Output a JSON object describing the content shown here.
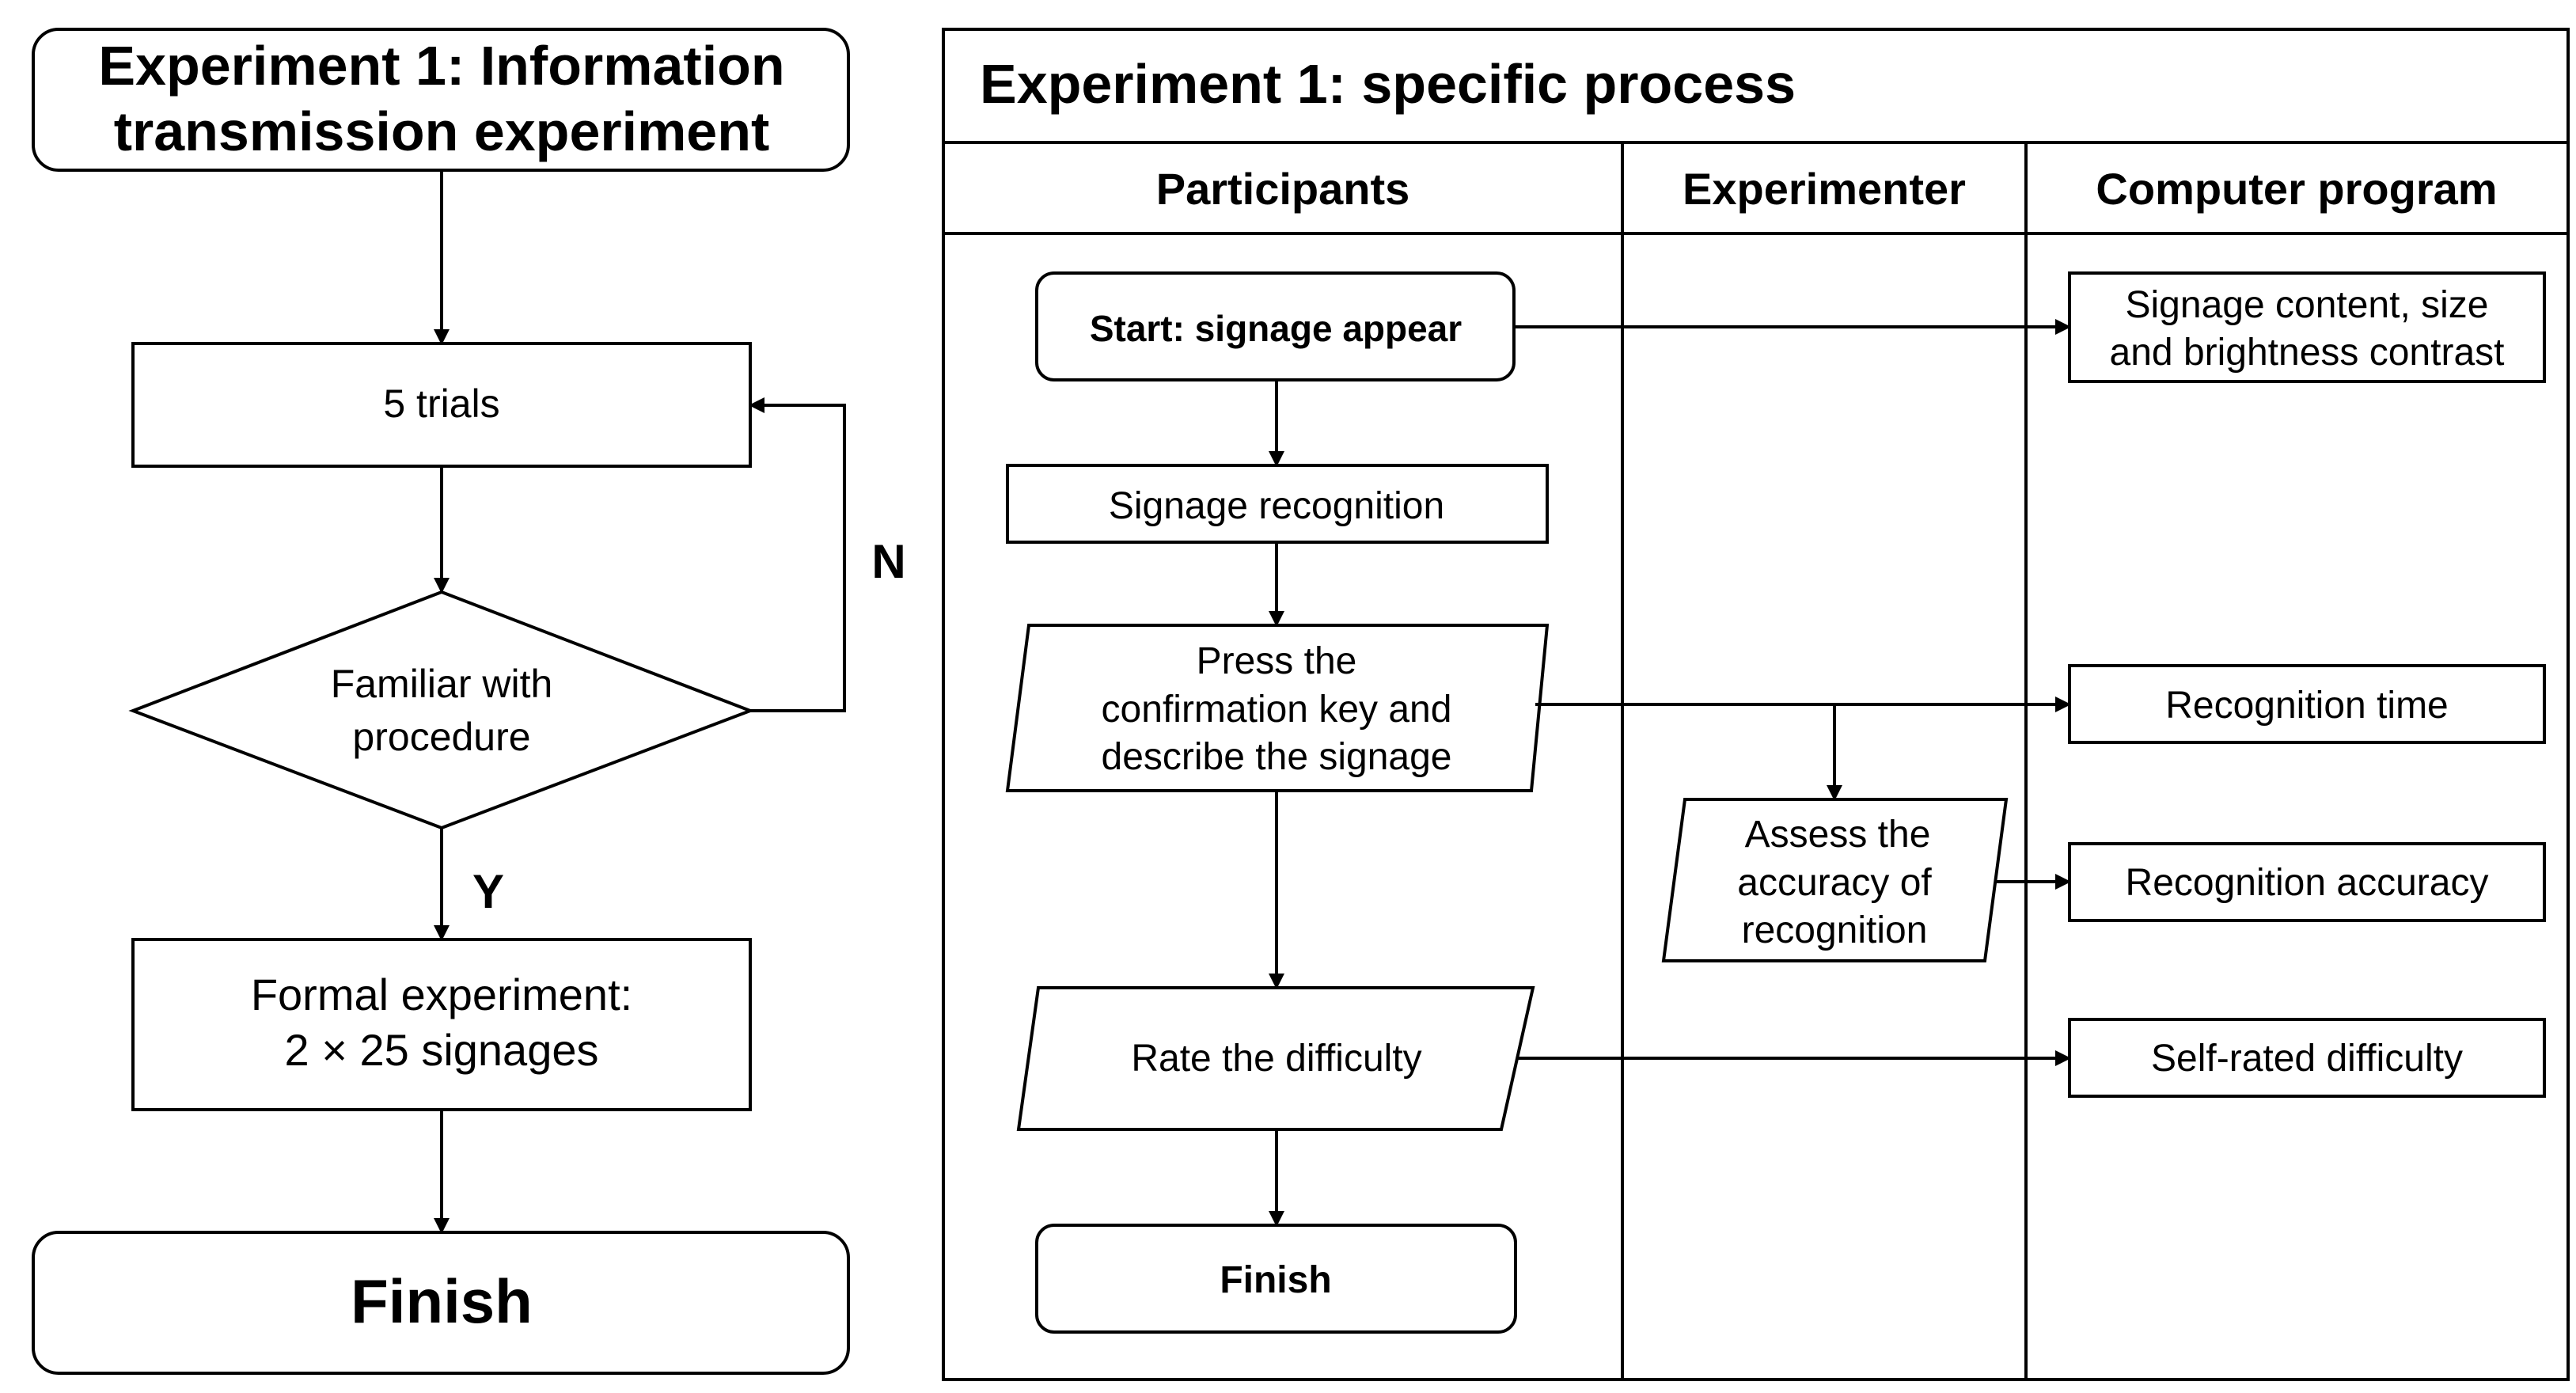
{
  "left": {
    "title_line1": "Experiment 1: Information",
    "title_line2": "transmission experiment",
    "trials": "5 trials",
    "decision_line1": "Familiar with",
    "decision_line2": "procedure",
    "no_label": "N",
    "yes_label": "Y",
    "formal_line1": "Formal experiment:",
    "formal_line2": "2 × 25 signages",
    "finish": "Finish"
  },
  "right": {
    "title": "Experiment 1: specific process",
    "lanes": {
      "participants": "Participants",
      "experimenter": "Experimenter",
      "computer": "Computer program"
    },
    "start": "Start: signage appear",
    "recognition": "Signage recognition",
    "press_line1": "Press the",
    "press_line2": "confirmation key and",
    "press_line3": "describe the signage",
    "assess_line1": "Assess the",
    "assess_line2": "accuracy of",
    "assess_line3": "recognition",
    "rate": "Rate the difficulty",
    "finish": "Finish",
    "outputs": {
      "signage_line1": "Signage content, size",
      "signage_line2": "and brightness contrast",
      "time": "Recognition time",
      "accuracy": "Recognition accuracy",
      "difficulty": "Self-rated difficulty"
    }
  }
}
